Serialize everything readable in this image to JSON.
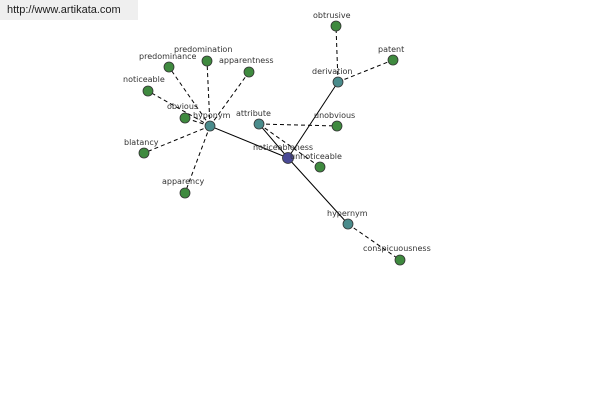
{
  "header": {
    "url": "http://www.artikata.com"
  },
  "colors": {
    "leaf": "#3f8a3f",
    "relation": "#4a8c8c",
    "center": "#4a4a96",
    "edge": "#000000"
  },
  "graph": {
    "nodes": [
      {
        "id": "center",
        "label": "noticeableness",
        "kind": "center"
      },
      {
        "id": "hyponym",
        "label": "hyponym",
        "kind": "relation"
      },
      {
        "id": "attribute",
        "label": "attribute",
        "kind": "relation"
      },
      {
        "id": "derivation",
        "label": "derivation",
        "kind": "relation"
      },
      {
        "id": "hypernym",
        "label": "hypernym",
        "kind": "relation"
      },
      {
        "id": "obtrusive",
        "label": "obtrusive",
        "kind": "leaf"
      },
      {
        "id": "patent",
        "label": "patent",
        "kind": "leaf"
      },
      {
        "id": "predomination",
        "label": "predomination",
        "kind": "leaf"
      },
      {
        "id": "predominance",
        "label": "predominance",
        "kind": "leaf"
      },
      {
        "id": "apparentness",
        "label": "apparentness",
        "kind": "leaf"
      },
      {
        "id": "noticeable",
        "label": "noticeable",
        "kind": "leaf"
      },
      {
        "id": "obviousness",
        "label": "obvious",
        "kind": "leaf"
      },
      {
        "id": "unobvious",
        "label": "unobvious",
        "kind": "leaf"
      },
      {
        "id": "blatancy",
        "label": "blatancy",
        "kind": "leaf"
      },
      {
        "id": "unnoticeable",
        "label": "unnoticeable",
        "kind": "leaf"
      },
      {
        "id": "apparency",
        "label": "apparency",
        "kind": "leaf"
      },
      {
        "id": "conspicuousness",
        "label": "conspicuousness",
        "kind": "leaf"
      }
    ],
    "edges": [
      {
        "from": "center",
        "to": "hyponym",
        "style": "solid"
      },
      {
        "from": "center",
        "to": "attribute",
        "style": "solid"
      },
      {
        "from": "center",
        "to": "derivation",
        "style": "solid"
      },
      {
        "from": "center",
        "to": "hypernym",
        "style": "solid"
      },
      {
        "from": "derivation",
        "to": "obtrusive",
        "style": "dashed"
      },
      {
        "from": "derivation",
        "to": "patent",
        "style": "dashed"
      },
      {
        "from": "hyponym",
        "to": "predomination",
        "style": "dashed"
      },
      {
        "from": "hyponym",
        "to": "predominance",
        "style": "dashed"
      },
      {
        "from": "hyponym",
        "to": "apparentness",
        "style": "dashed"
      },
      {
        "from": "hyponym",
        "to": "noticeable",
        "style": "dashed"
      },
      {
        "from": "hyponym",
        "to": "obviousness",
        "style": "dashed"
      },
      {
        "from": "hyponym",
        "to": "blatancy",
        "style": "dashed"
      },
      {
        "from": "hyponym",
        "to": "apparency",
        "style": "dashed"
      },
      {
        "from": "attribute",
        "to": "unobvious",
        "style": "dashed"
      },
      {
        "from": "attribute",
        "to": "unnoticeable",
        "style": "dashed"
      },
      {
        "from": "hypernym",
        "to": "conspicuousness",
        "style": "dashed"
      }
    ]
  }
}
